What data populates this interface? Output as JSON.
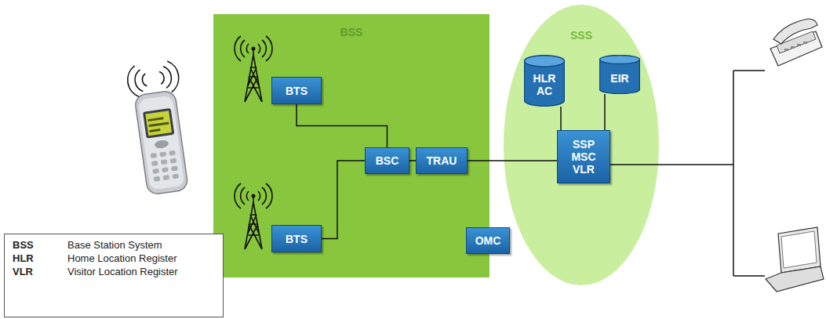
{
  "diagram": {
    "nodes": [
      {
        "text": [
          "BSS"
        ]
      },
      {
        "text": [
          "BTS"
        ],
        "in": 0
      },
      {
        "text": [
          "BTS"
        ],
        "in": 0
      },
      {
        "text": [
          "BSC"
        ],
        "in": 0
      },
      {
        "text": [
          "TRAU"
        ],
        "in": 0
      },
      {
        "text": [
          "OMC"
        ],
        "in": 0
      },
      {
        "text": [
          "SSS"
        ]
      },
      {
        "text": [
          "HLR AC"
        ],
        "in": 6
      },
      {
        "text": [
          "EIR"
        ],
        "in": 6
      },
      {
        "text": [
          "SSP MSC VLR"
        ],
        "in": 6
      },
      {
        "text": [
          "BSS",
          "Base Station System",
          "HLR",
          "Home Location Register",
          "VLR",
          "Visitor Location Register"
        ]
      }
    ],
    "edges": [
      {
        "from": 1,
        "to": 3,
        "arrow": "none"
      },
      {
        "from": 2,
        "to": 3,
        "arrow": "none"
      },
      {
        "from": 3,
        "to": 4,
        "arrow": "none"
      },
      {
        "from": 4,
        "to": 9,
        "arrow": "none"
      },
      {
        "from": 7,
        "to": 9,
        "arrow": "none"
      },
      {
        "from": 8,
        "to": 9,
        "arrow": "none"
      }
    ]
  }
}
